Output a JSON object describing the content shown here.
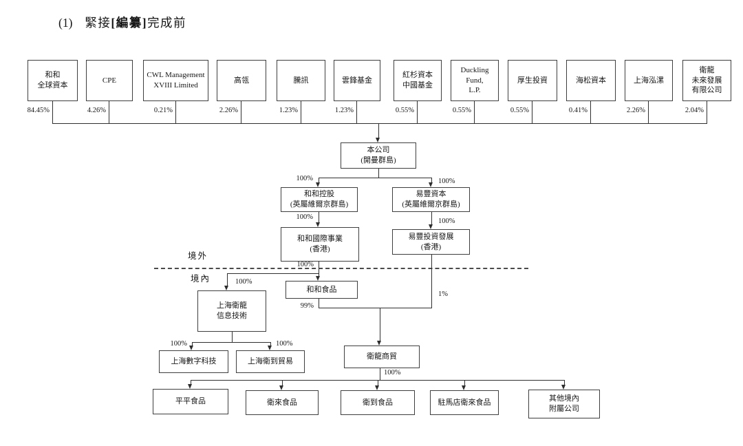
{
  "title": {
    "index": "(1)",
    "pre": "緊接",
    "bold": "[編纂]",
    "post": "完成前"
  },
  "shareholders": [
    {
      "name": "和和\n全球資本",
      "pct": "84.45%"
    },
    {
      "name": "CPE",
      "pct": "4.26%"
    },
    {
      "name": "CWL Management\nXVIII Limited",
      "pct": "0.21%"
    },
    {
      "name": "高瓴",
      "pct": "2.26%"
    },
    {
      "name": "騰訊",
      "pct": "1.23%"
    },
    {
      "name": "雲鋒基金",
      "pct": "1.23%"
    },
    {
      "name": "紅杉資本\n中國基金",
      "pct": "0.55%"
    },
    {
      "name": "Duckling\nFund,\nL.P.",
      "pct": "0.55%"
    },
    {
      "name": "厚生投資",
      "pct": "0.55%"
    },
    {
      "name": "海松資本",
      "pct": "0.41%"
    },
    {
      "name": "上海泓漯",
      "pct": "2.26%"
    },
    {
      "name": "衛龍\n未來發展\n有限公司",
      "pct": "2.04%"
    }
  ],
  "nodes": {
    "company": "本公司\n(開曼群島)",
    "hehe_holding": "和和控股\n(英屬維爾京群島)",
    "yifeng_capital": "易豐資本\n(英屬維爾京群島)",
    "hehe_intl": "和和國際事業\n(香港)",
    "yifeng_invest": "易豐投資發展\n(香港)",
    "hehe_food": "和和食品",
    "shanghai_weilong_it": "上海衛龍\n信息技術",
    "shanghai_digital": "上海數字科技",
    "shanghai_weidao_trade": "上海衛到貿易",
    "weilong_trading": "衛龍商貿",
    "pingping_food": "平平食品",
    "weilai_food": "衛來食品",
    "weidao_food": "衛到食品",
    "zhumadian_weilai_food": "駐馬店衛來食品",
    "other_domestic_subs": "其他境內\n附屬公司"
  },
  "regions": {
    "offshore": "境外",
    "onshore": "境內"
  },
  "edges": {
    "company_to_hehe_holding": "100%",
    "company_to_yifeng_capital": "100%",
    "hehe_holding_to_hehe_intl": "100%",
    "yifeng_capital_to_yifeng_invest": "100%",
    "hehe_intl_to_hehe_food": "100%",
    "hehe_intl_to_shanghai_weilong_it": "100%",
    "it_to_shanghai_digital": "100%",
    "it_to_shanghai_weidao_trade": "100%",
    "hehe_food_to_weilong_trading": "99%",
    "yifeng_invest_to_weilong_trading": "1%",
    "weilong_trading_to_subsidiaries": "100%"
  }
}
